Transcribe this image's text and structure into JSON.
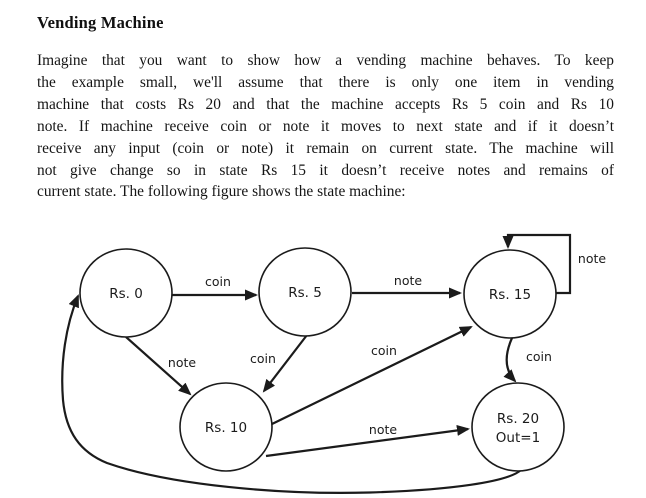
{
  "document": {
    "title": "Vending Machine",
    "lines": [
      "Imagine that you want to show how a vending machine behaves. To keep",
      "the example small, we'll assume that there is only one item in vending",
      "machine that costs Rs 20 and that the machine accepts Rs 5 coin and Rs 10",
      "note. If machine receive coin or note it moves to next state and if it doesn’t",
      "receive any input (coin or note) it remain on current state. The machine will",
      "not give change so in state Rs 15 it doesn’t receive notes and remains of",
      "current state. The following figure shows the state machine:"
    ]
  },
  "diagram": {
    "type": "state-machine",
    "colors": {
      "ink": "#1b1b1b",
      "background": "#ffffff"
    },
    "nodes": [
      {
        "id": "rs0",
        "label": "Rs. 0"
      },
      {
        "id": "rs5",
        "label": "Rs. 5"
      },
      {
        "id": "rs15",
        "label": "Rs. 15"
      },
      {
        "id": "rs10",
        "label": "Rs. 10"
      },
      {
        "id": "rs20",
        "label": "Rs. 20",
        "sublabel": "Out=1"
      }
    ],
    "edges": [
      {
        "from": "Rs. 0",
        "to": "Rs. 5",
        "label": "coin"
      },
      {
        "from": "Rs. 5",
        "to": "Rs. 15",
        "label": "note"
      },
      {
        "from": "Rs. 15",
        "to": "Rs. 15",
        "label": "note"
      },
      {
        "from": "Rs. 0",
        "to": "Rs. 10",
        "label": "note"
      },
      {
        "from": "Rs. 5",
        "to": "Rs. 10",
        "label": "coin"
      },
      {
        "from": "Rs. 10",
        "to": "Rs. 15",
        "label": "coin"
      },
      {
        "from": "Rs. 15",
        "to": "Rs. 20",
        "label": "coin"
      },
      {
        "from": "Rs. 10",
        "to": "Rs. 20",
        "label": "note"
      },
      {
        "from": "Rs. 20",
        "to": "Rs. 0",
        "label": ""
      }
    ]
  }
}
